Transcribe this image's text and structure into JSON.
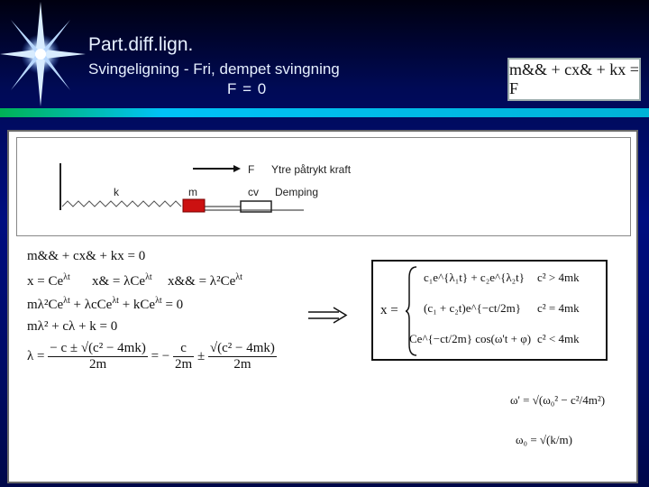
{
  "title": "Part.diff.lign.",
  "subtitle_line1": "Svingeligning  -  Fri, dempet svingning",
  "subtitle_line2": "F = 0",
  "header_equation": "m&& + cx& + kx = F",
  "diagram": {
    "spring_label": "k",
    "mass_label": "m",
    "force_label": "F",
    "force_desc": "Ytre påtrykt kraft",
    "damper_label": "cv",
    "damper_desc": "Demping"
  },
  "equations": {
    "eq1": "m&& + cx& + kx = 0",
    "eq2a": "x = Ce",
    "eq2a_exp": "λt",
    "eq2b": "x& = λCe",
    "eq2b_exp": "λt",
    "eq2c": "x&& = λ²Ce",
    "eq2c_exp": "λt",
    "eq3": "mλ²Ce",
    "eq3_rest": " + λcCe",
    "eq3_rest2": " + kCe",
    "eq3_end": " = 0",
    "eq4": "mλ² + cλ + k = 0",
    "lambda_lhs": "λ =",
    "lambda_num1": "− c ± √(c² − 4mk)",
    "lambda_den1": "2m",
    "lambda_mid": "= −",
    "lambda_num2": "c",
    "lambda_den2": "2m",
    "lambda_pm": "±",
    "lambda_num3": "√(c² − 4mk)",
    "lambda_den3": "2m"
  },
  "solution": {
    "lhs": "x =",
    "case1_expr": "c₁e^{λ₁t} + c₂e^{λ₂t}",
    "case1_cond": "c² > 4mk",
    "case2_expr": "(c₁ + c₂t)e^{−ct/2m}",
    "case2_cond": "c² = 4mk",
    "case3_expr": "Ce^{−ct/2m} cos(ω't + φ)",
    "case3_cond": "c² < 4mk"
  },
  "omega": {
    "omega_prime": "ω' = √(ω₀² − c²/4m²)",
    "omega_zero": "ω₀ = √(k/m)"
  },
  "colors": {
    "background": "#000d80",
    "title_text": "#e6f0ff",
    "divider": "#00ccff",
    "mass": "#cc1111"
  }
}
